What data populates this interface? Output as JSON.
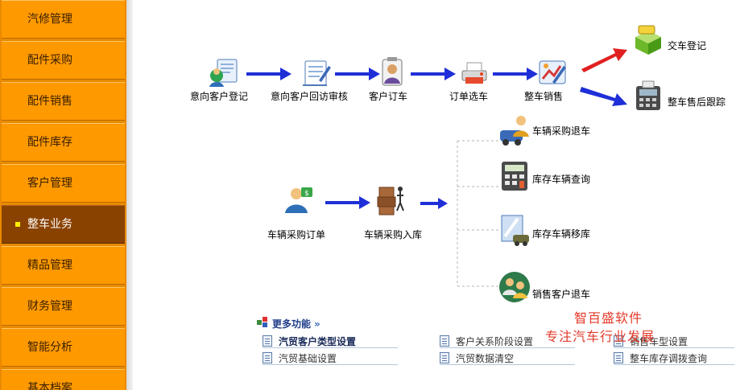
{
  "sidebar": {
    "items": [
      {
        "label": "汽修管理"
      },
      {
        "label": "配件采购"
      },
      {
        "label": "配件销售"
      },
      {
        "label": "配件库存"
      },
      {
        "label": "客户管理"
      },
      {
        "label": "整车业务",
        "active": true
      },
      {
        "label": "精品管理"
      },
      {
        "label": "财务管理"
      },
      {
        "label": "智能分析"
      },
      {
        "label": "基本档案"
      }
    ]
  },
  "flow1": {
    "steps": [
      "意向客户登记",
      "意向客户回访审核",
      "客户订车",
      "订单选车",
      "整车销售"
    ],
    "branches": [
      "交车登记",
      "整车售后跟踪"
    ]
  },
  "flow2": {
    "steps": [
      "车辆采购订单",
      "车辆采购入库"
    ],
    "branches": [
      "车辆采购退车",
      "库存车辆查询",
      "库存车辆移库",
      "销售客户退车"
    ]
  },
  "more": {
    "title": "更多功能",
    "chevron": "»",
    "links": [
      [
        "汽贸客户类型设置",
        "客户关系阶段设置",
        "销售车型设置"
      ],
      [
        "汽贸基础设置",
        "汽贸数据清空",
        "整车库存调拨查询"
      ]
    ]
  },
  "watermark": {
    "line1": "智百盛软件",
    "line2": "专注汽车行业发展"
  },
  "colors": {
    "sidebar": "#ff9900",
    "active": "#8a4200",
    "arrow_blue": "#1f2fd8",
    "arrow_red": "#e02020"
  }
}
